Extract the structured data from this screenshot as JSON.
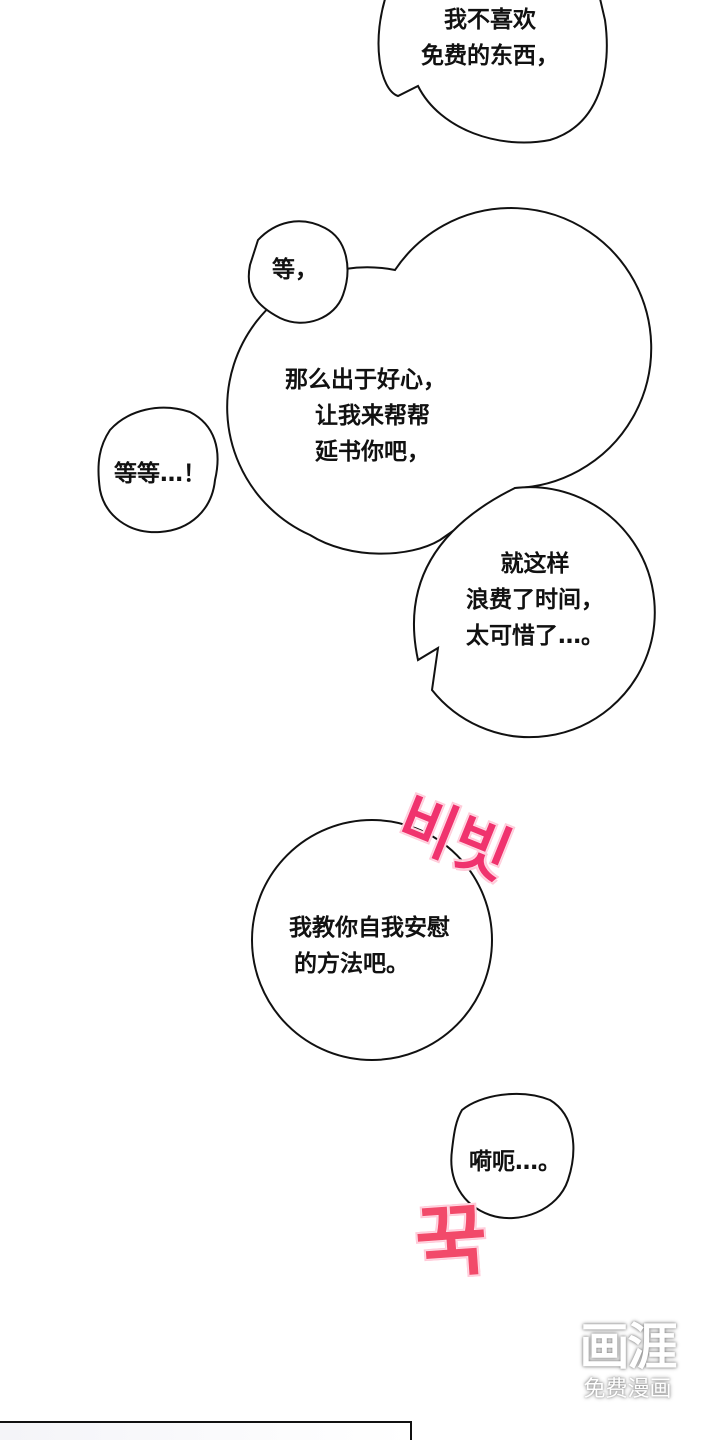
{
  "bubbles": [
    {
      "id": "top",
      "lines": [
        "我不喜欢",
        "免费的东西，"
      ]
    },
    {
      "id": "wait1",
      "lines": [
        "等，"
      ]
    },
    {
      "id": "kind",
      "lines": [
        "那么出于好心，",
        "让我来帮帮",
        "延书你吧，"
      ]
    },
    {
      "id": "wait2",
      "lines": [
        "等等…！"
      ]
    },
    {
      "id": "waste",
      "lines": [
        "就这样",
        "浪费了时间，",
        "太可惜了…。"
      ]
    },
    {
      "id": "teach",
      "lines": [
        "我教你自我安慰",
        "的方法吧。"
      ]
    },
    {
      "id": "moan",
      "lines": [
        "嗬呃…。"
      ]
    }
  ],
  "sfx": {
    "rub": "비빗",
    "press": "꾹",
    "color": "#f0336e"
  },
  "watermark": {
    "logo": "画涯",
    "tagline": "免费漫画"
  }
}
